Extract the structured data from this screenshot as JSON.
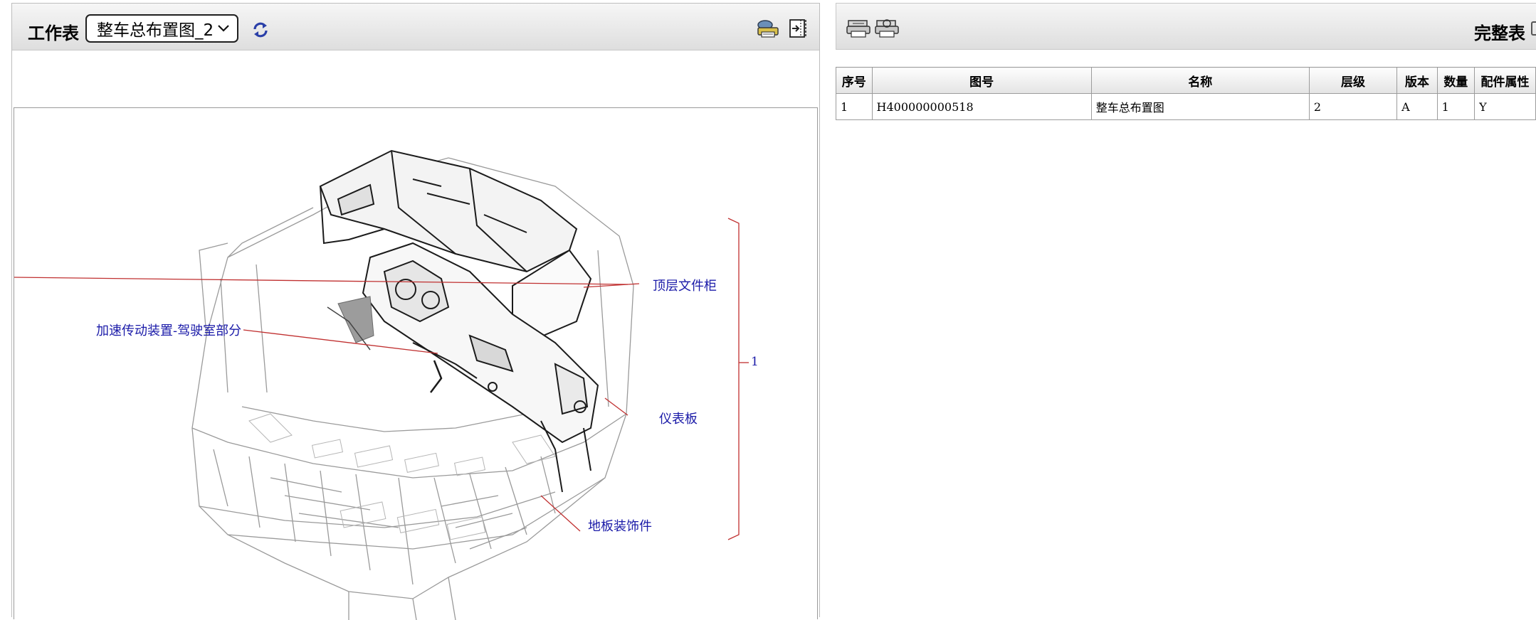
{
  "worksheet": {
    "title": "工作表",
    "selected_sheet": "整车总布置图_2",
    "icons": {
      "refresh": "refresh-icon",
      "print": "print-icon",
      "export": "export-icon"
    }
  },
  "drawing": {
    "callouts": {
      "overhead_cabinet": "顶层文件柜",
      "accelerator": "加速传动装置-驾驶室部分",
      "dashboard": "仪表板",
      "floor_trim": "地板装饰件",
      "group_number": "1"
    },
    "leader_color": "#c03030",
    "label_color": "#1a1aa8"
  },
  "full_table": {
    "title": "完整表",
    "icons": {
      "table_a": "table-print-icon",
      "table_b": "table-export-icon"
    },
    "columns": [
      "序号",
      "图号",
      "名称",
      "层级",
      "版本",
      "数量",
      "配件属性"
    ],
    "rows": [
      [
        "1",
        "H400000000518",
        "整车总布置图",
        "2",
        "A",
        "1",
        "Y"
      ]
    ]
  }
}
